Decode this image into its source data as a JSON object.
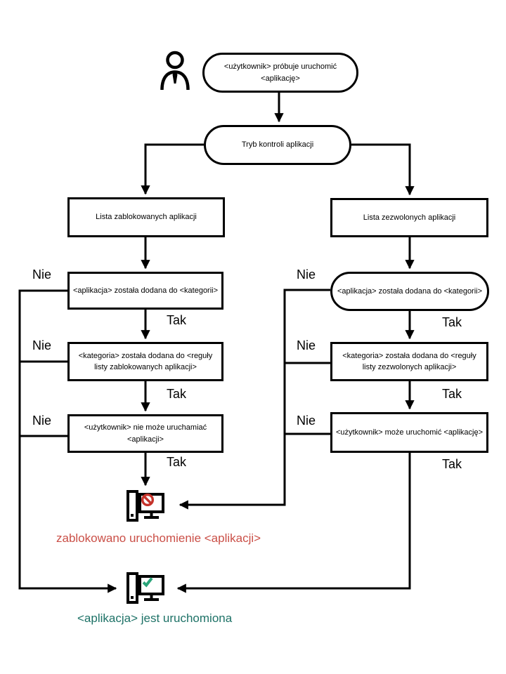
{
  "colors": {
    "line_black": "#000000",
    "sign_red": "#c5322a",
    "blocked_text": "#ca4f47",
    "check_green": "#2aa479",
    "running_text": "#1e7267"
  },
  "diagram": {
    "edge_labels": {
      "yes": "Tak",
      "no": "Nie"
    },
    "nodes": {
      "start": {
        "lines": [
          "<użytkownik> próbuje uruchomić",
          "<aplikację>"
        ]
      },
      "mode": {
        "lines": [
          "Tryb kontroli aplikacji"
        ]
      },
      "blocked_list": {
        "lines": [
          "Lista zablokowanych aplikacji"
        ]
      },
      "allowed_list": {
        "lines": [
          "Lista zezwolonych aplikacji"
        ]
      },
      "blocked_chain": [
        {
          "lines": [
            "<aplikacja> została dodana do <kategorii>"
          ]
        },
        {
          "lines": [
            "<kategoria> została dodana do <reguły",
            "listy zablokowanych aplikacji>"
          ]
        },
        {
          "lines": [
            "<użytkownik> nie może uruchamiać",
            "<aplikacji>"
          ]
        }
      ],
      "allowed_chain": [
        {
          "lines": [
            "<aplikacja> została dodana do <kategorii>"
          ]
        },
        {
          "lines": [
            "<kategoria> została dodana do <reguły",
            "listy zezwolonych aplikacji>"
          ]
        },
        {
          "lines": [
            "<użytkownik> może uruchomić <aplikację>"
          ]
        }
      ],
      "result_blocked": {
        "text": "zablokowano uruchomienie <aplikacji>"
      },
      "result_running": {
        "text": "<aplikacja> jest uruchomiona"
      }
    },
    "icons": [
      "user-icon",
      "computer-blocked-icon",
      "computer-running-icon"
    ]
  }
}
